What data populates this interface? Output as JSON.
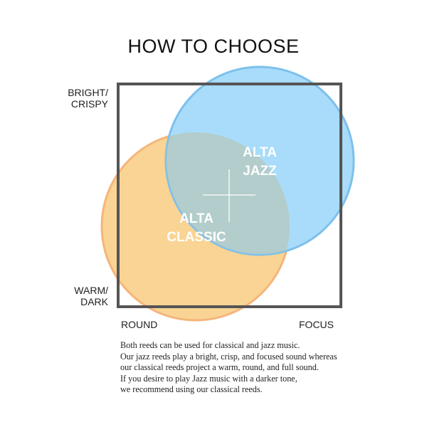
{
  "title": "HOW TO CHOOSE",
  "axes": {
    "top": [
      "BRIGHT/",
      "CRISPY"
    ],
    "bottom": [
      "WARM/",
      "DARK"
    ],
    "left": "ROUND",
    "right": "FOCUS"
  },
  "circles": {
    "jazz": {
      "label": [
        "ALTA",
        "JAZZ"
      ],
      "color": "#a9dcfb"
    },
    "classic": {
      "label": [
        "ALTA",
        "CLASSIC"
      ],
      "color": "#f9d494"
    },
    "overlap_color": "#b2cdcb"
  },
  "description": [
    "Both reeds can be used for classical and jazz music.",
    "Our jazz reeds play a bright, crisp, and focused sound whereas",
    "our classical reeds project a warm, round, and full sound.",
    "If you desire to play Jazz music with a darker tone,",
    "we recommend using our classical reeds."
  ]
}
